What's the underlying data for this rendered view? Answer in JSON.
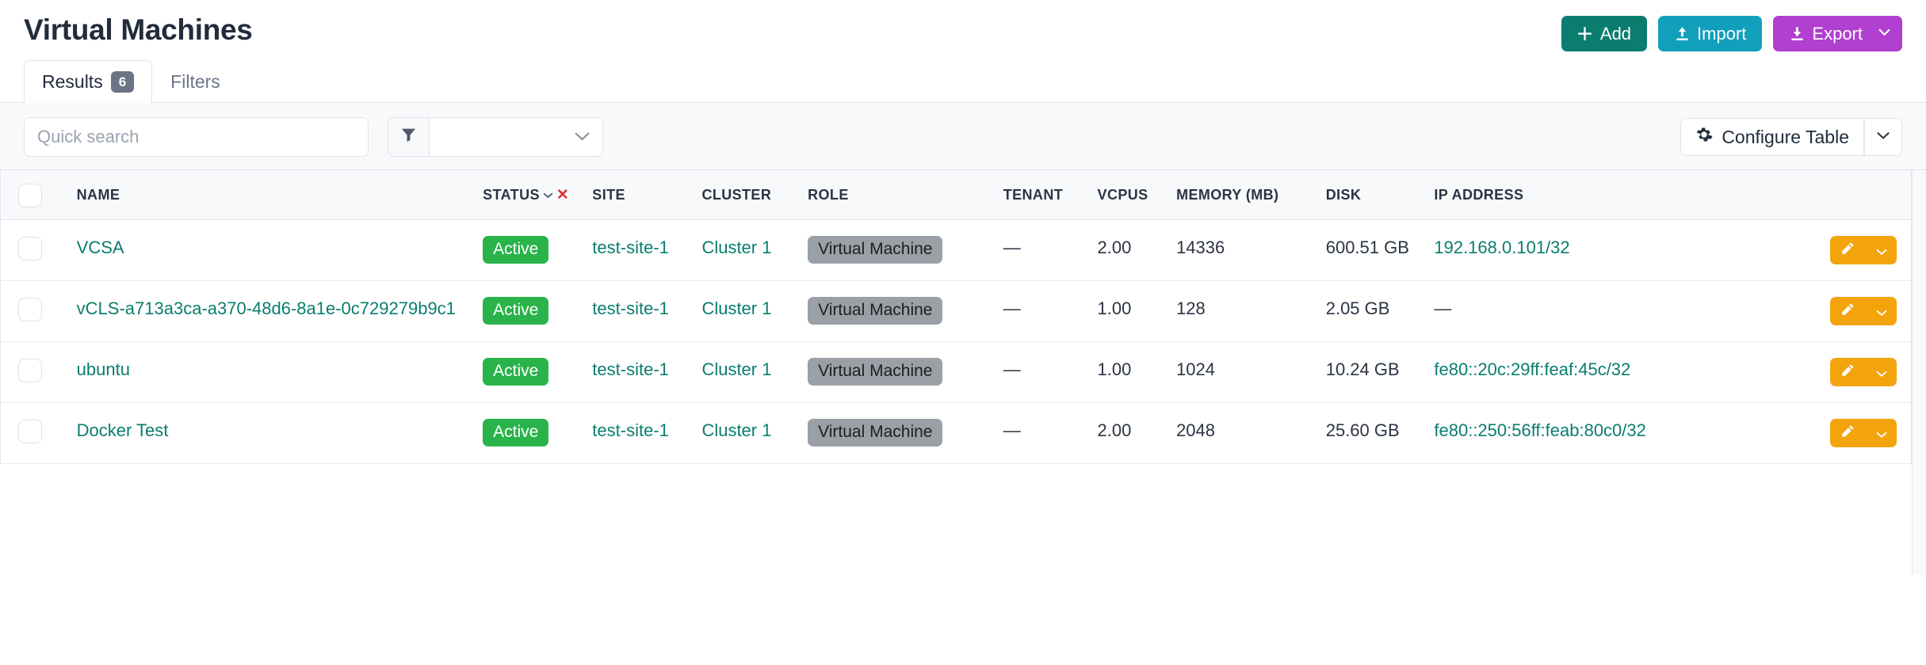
{
  "header": {
    "title": "Virtual Machines",
    "actions": [
      {
        "label": "Add",
        "icon": "plus-icon",
        "color": "#0a7d6e"
      },
      {
        "label": "Import",
        "icon": "upload-icon",
        "color": "#11a0bc"
      },
      {
        "label": "Export",
        "icon": "download-icon",
        "color": "#b13fd0",
        "has_caret": true
      }
    ]
  },
  "tabs": [
    {
      "label": "Results",
      "badge": "6",
      "active": true
    },
    {
      "label": "Filters",
      "badge": "",
      "active": false
    }
  ],
  "toolbar": {
    "search_placeholder": "Quick search",
    "search_value": "",
    "filter_icon": "funnel-icon",
    "filter_select_value": "",
    "configure_label": "Configure Table",
    "configure_icon": "gear-icon"
  },
  "table": {
    "columns": [
      {
        "key": "check",
        "label": ""
      },
      {
        "key": "name",
        "label": "NAME"
      },
      {
        "key": "status",
        "label": "STATUS",
        "sortable": true,
        "clearable": true
      },
      {
        "key": "site",
        "label": "SITE"
      },
      {
        "key": "cluster",
        "label": "CLUSTER"
      },
      {
        "key": "role",
        "label": "ROLE"
      },
      {
        "key": "tenant",
        "label": "TENANT"
      },
      {
        "key": "vcpus",
        "label": "VCPUS"
      },
      {
        "key": "memory",
        "label": "MEMORY (MB)"
      },
      {
        "key": "disk",
        "label": "DISK"
      },
      {
        "key": "ip",
        "label": "IP ADDRESS"
      },
      {
        "key": "actions",
        "label": ""
      }
    ],
    "rows": [
      {
        "name": "VCSA",
        "status": "Active",
        "site": "test-site-1",
        "cluster": "Cluster 1",
        "role": "Virtual Machine",
        "tenant": "—",
        "vcpus": "2.00",
        "memory": "14336",
        "disk": "600.51 GB",
        "ip": "192.168.0.101/32",
        "ip_is_link": true
      },
      {
        "name": "vCLS-a713a3ca-a370-48d6-8a1e-0c729279b9c1",
        "status": "Active",
        "site": "test-site-1",
        "cluster": "Cluster 1",
        "role": "Virtual Machine",
        "tenant": "—",
        "vcpus": "1.00",
        "memory": "128",
        "disk": "2.05 GB",
        "ip": "—",
        "ip_is_link": false
      },
      {
        "name": "ubuntu",
        "status": "Active",
        "site": "test-site-1",
        "cluster": "Cluster 1",
        "role": "Virtual Machine",
        "tenant": "—",
        "vcpus": "1.00",
        "memory": "1024",
        "disk": "10.24 GB",
        "ip": "fe80::20c:29ff:feaf:45c/32",
        "ip_is_link": true
      },
      {
        "name": "Docker Test",
        "status": "Active",
        "site": "test-site-1",
        "cluster": "Cluster 1",
        "role": "Virtual Machine",
        "tenant": "—",
        "vcpus": "2.00",
        "memory": "2048",
        "disk": "25.60 GB",
        "ip": "fe80::250:56ff:feab:80c0/32",
        "ip_is_link": true
      }
    ],
    "row_action": {
      "edit_icon": "pencil-icon",
      "caret_icon": "chevron-down-icon",
      "color": "#f3a40c"
    }
  },
  "colors": {
    "link": "#0a7d6e",
    "status_active": "#29b34a",
    "role_badge": "#9aa0a6",
    "clear_sort": "#e03131"
  }
}
